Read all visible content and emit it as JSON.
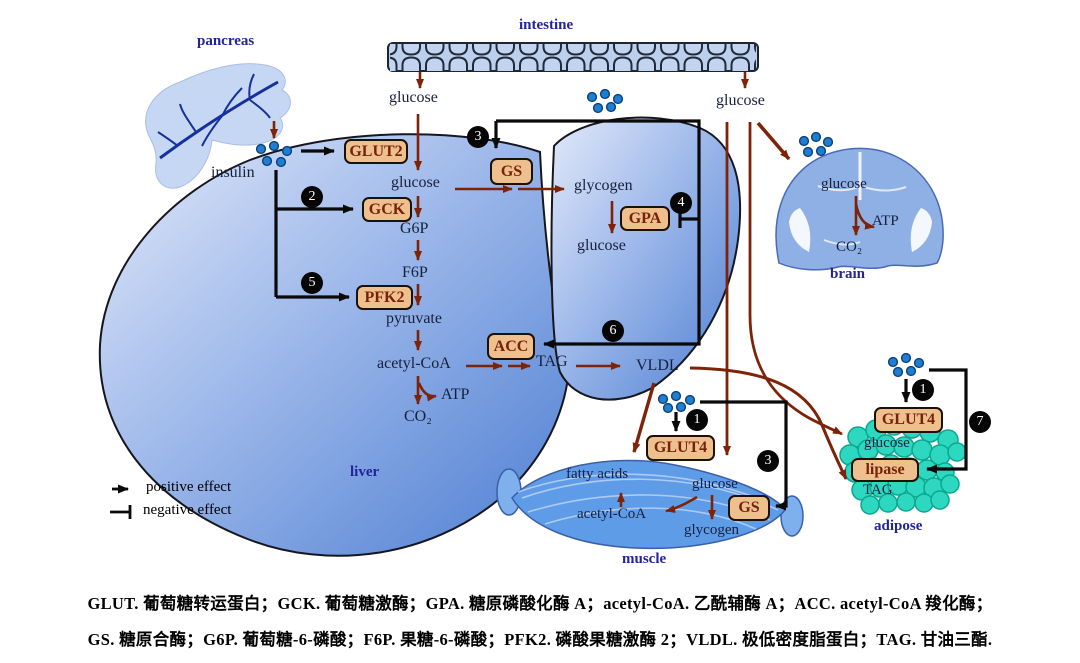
{
  "organs": {
    "pancreas": "pancreas",
    "intestine": "intestine",
    "liver": "liver",
    "brain": "brain",
    "muscle": "muscle",
    "adipose": "adipose"
  },
  "legend": {
    "positive": "positive effect",
    "negative": "negative effect"
  },
  "boxes": {
    "glut2": "GLUT2",
    "gck": "GCK",
    "pfk2": "PFK2",
    "gs_liver": "GS",
    "gpa": "GPA",
    "acc": "ACC",
    "glut4_muscle": "GLUT4",
    "gs_muscle": "GS",
    "glut4_adipose": "GLUT4",
    "lipase": "lipase"
  },
  "labels": {
    "insulin": "insulin",
    "glucose_intestine_left": "glucose",
    "glucose_intestine_right": "glucose",
    "glucose_liver": "glucose",
    "g6p": "G6P",
    "f6p": "F6P",
    "pyruvate": "pyruvate",
    "acetyl_coa_liver": "acetyl-CoA",
    "atp_liver": "ATP",
    "co2_liver": "CO₂",
    "glycogen_liver": "glycogen",
    "glucose_from_glycogen": "glucose",
    "tag_liver": "TAG",
    "vldl": "VLDL",
    "glucose_brain": "glucose",
    "atp_brain": "ATP",
    "co2_brain": "CO₂",
    "fatty_acids": "fatty acids",
    "glucose_muscle": "glucose",
    "acetyl_coa_muscle": "acetyl-CoA",
    "glycogen_muscle": "glycogen",
    "glucose_adipose": "glucose",
    "tag_adipose": "TAG"
  },
  "markers": {
    "glut4_muscle": "1",
    "gck": "2",
    "gs_liver": "3",
    "gpa": "4",
    "pfk2": "5",
    "acc": "6",
    "gs_muscle": "3",
    "glut4_adipose": "1",
    "lipase": "7"
  },
  "footnote": {
    "line1": "GLUT. 葡萄糖转运蛋白；GCK. 葡萄糖激酶；GPA. 糖原磷酸化酶 A；acetyl-CoA. 乙酰辅酶 A；ACC. acetyl-CoA 羧化酶；",
    "line2": "GS. 糖原合酶；G6P. 葡萄糖-6-磷酸；F6P. 果糖-6-磷酸；PFK2. 磷酸果糖激酶 2；VLDL. 极低密度脂蛋白；TAG. 甘油三酯."
  },
  "colors": {
    "arrow_positive_red": "#7e2308",
    "arrow_black": "#0a0a0a",
    "enzyme_box_fill": "#eec08e",
    "enzyme_box_text": "#77220a",
    "organ_label_blue": "#23239a",
    "insulin_dot_blue": "#1e7fd2",
    "adipose_teal": "#2ed7bf",
    "organ_blue_light": "#c6d7f3",
    "organ_blue_deep": "#4d7ed2"
  }
}
